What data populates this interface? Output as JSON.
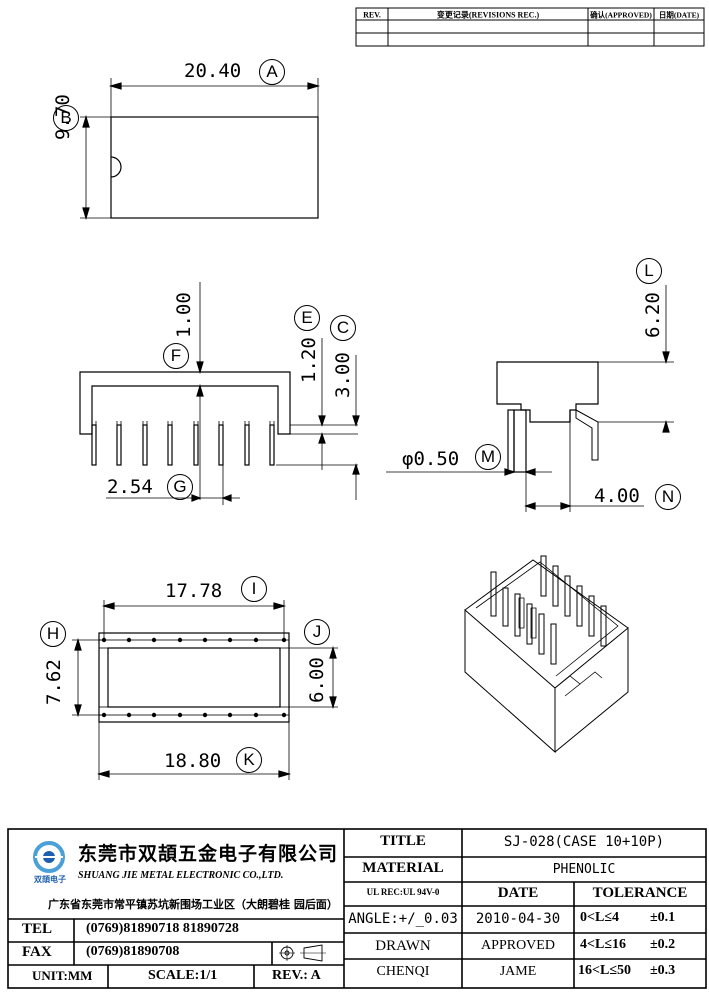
{
  "revision_table": {
    "headers": [
      "REV.",
      "变更记录(REVISIONS REC.)",
      "确认(APPROVED)",
      "日期(DATE)"
    ]
  },
  "dimensions": {
    "a": "20.40",
    "b": "9.70",
    "c": "3.00",
    "e": "1.20",
    "f": "1.00",
    "g": "2.54",
    "l": "6.20",
    "m": "φ0.50",
    "n": "4.00",
    "i": "17.78",
    "h": "7.62",
    "j": "6.00",
    "k": "18.80"
  },
  "callouts": {
    "a": "A",
    "b": "B",
    "c": "C",
    "e": "E",
    "f": "F",
    "g": "G",
    "h": "H",
    "i": "I",
    "j": "J",
    "k": "K",
    "l": "L",
    "m": "M",
    "n": "N"
  },
  "company": {
    "name_cn": "东莞市双頡五金电子有限公司",
    "name_en": "SHUANG JIE METAL ELECTRONIC CO.,LTD.",
    "logo_text": "双頡电子",
    "address": "广东省东莞市常平镇苏坑新围场工业区（大朗碧桂 园后面）",
    "tel_label": "TEL",
    "tel": "(0769)81890718  81890728",
    "fax_label": "FAX",
    "fax": "(0769)81890708",
    "unit": "UNIT:MM",
    "scale": "SCALE:1/1",
    "rev": "REV.: A"
  },
  "title_block": {
    "title_label": "TITLE",
    "title_value": "SJ-028(CASE 10+10P)",
    "material_label": "MATERIAL",
    "material_value": "PHENOLIC",
    "ul_label": "UL REC:UL 94V-0",
    "date_label": "DATE",
    "tolerance_label": "TOLERANCE",
    "angle": "ANGLE:+/_0.03",
    "date_value": "2010-04-30",
    "tol1_range": "0<L≤4",
    "tol1_value": "±0.1",
    "drawn_label": "DRAWN",
    "approved_label": "APPROVED",
    "tol2_range": "4<L≤16",
    "tol2_value": "±0.2",
    "drawn_value": "CHENQI",
    "approved_value": "JAME",
    "tol3_range": "16<L≤50",
    "tol3_value": "±0.3"
  },
  "colors": {
    "line": "#000000",
    "logo_blue": "#1d5fae",
    "logo_ring": "#4aa0d8"
  }
}
